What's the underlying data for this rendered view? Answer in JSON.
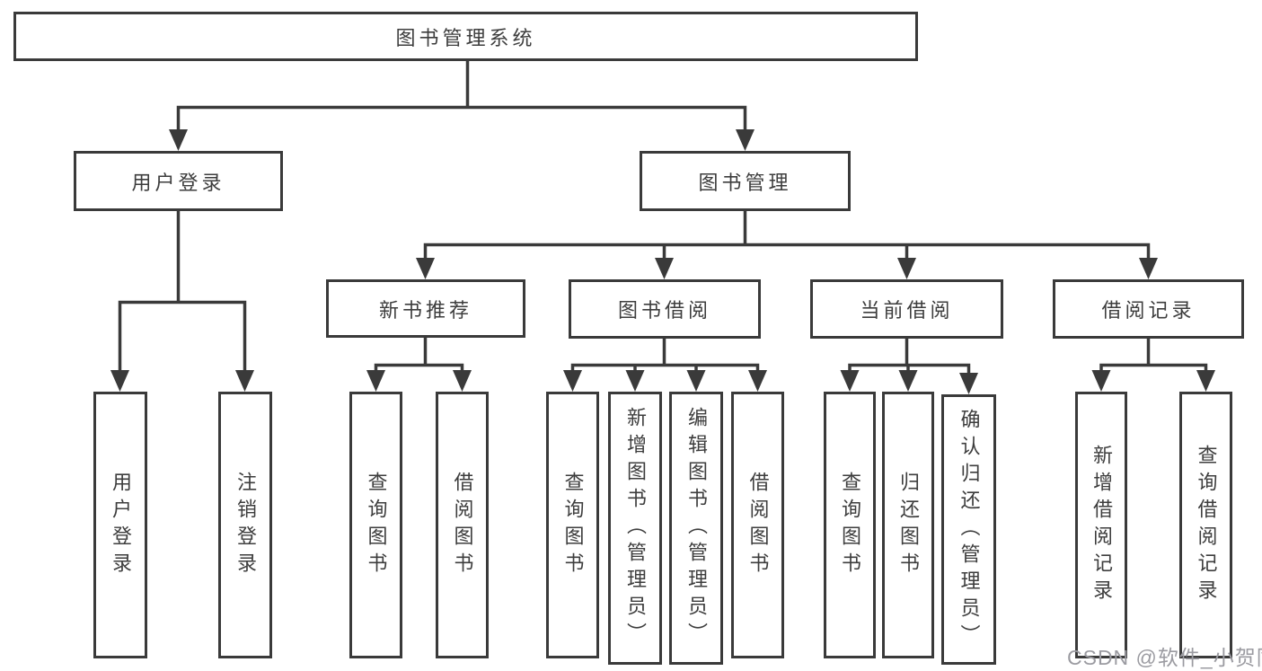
{
  "diagram_title": "图书管理系统",
  "nodes": {
    "root": "图书管理系统",
    "user_login": "用户登录",
    "book_mgmt": "图书管理",
    "new_book_rec": "新书推荐",
    "book_borrow": "图书借阅",
    "current_borrow": "当前借阅",
    "borrow_record": "借阅记录",
    "leaf_user_login": "用户登录",
    "leaf_logout": "注销登录",
    "leaf_rec_query": "查询图书",
    "leaf_rec_borrow": "借阅图书",
    "leaf_bor_query": "查询图书",
    "leaf_bor_add": "新增图书（管理员）",
    "leaf_bor_edit": "编辑图书（管理员）",
    "leaf_bor_borrow": "借阅图书",
    "leaf_cur_query": "查询图书",
    "leaf_cur_return": "归还图书",
    "leaf_cur_confirm": "确认归还（管理员）",
    "leaf_record_add": "新增借阅记录",
    "leaf_record_query": "查询借阅记录"
  },
  "watermark": "CSDN @软件_小贺同学",
  "colors": {
    "line": "#3a3a3a",
    "text": "#3d3d3d",
    "watermark": "#9b9ba1",
    "background": "#ffffff"
  }
}
